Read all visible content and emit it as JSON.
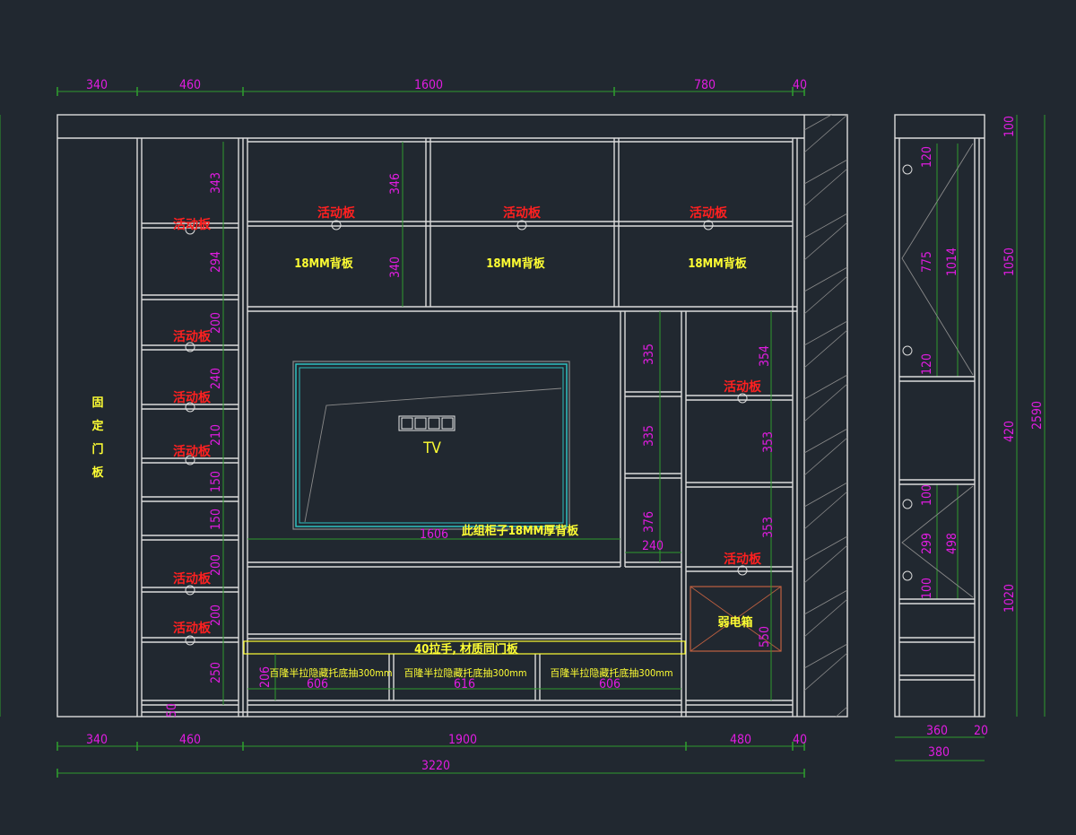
{
  "colors": {
    "background": "#212830",
    "lines": "#dcdcdc",
    "dimension_text": "#e01ce0",
    "label_red": "#ff2020",
    "label_yellow": "#ffff33",
    "dimension_lines": "#2e9a2e",
    "tv_frame": "#30c0c0"
  },
  "top_dims": [
    "340",
    "460",
    "1600",
    "780",
    "40"
  ],
  "bottom_dims": [
    "340",
    "460",
    "1900",
    "480",
    "40"
  ],
  "overall_width": "3220",
  "side_bottom_dims": [
    "360",
    "20",
    "380"
  ],
  "fixed_door_label": [
    "固",
    "定",
    "门",
    "板"
  ],
  "left_column_dims": [
    "343",
    "294",
    "200",
    "240",
    "210",
    "150",
    "150",
    "200",
    "200",
    "250",
    "50"
  ],
  "left_column_labels": [
    "活动板",
    "活动板",
    "活动板",
    "活动板",
    "活动板",
    "活动板"
  ],
  "upper_cabinets": {
    "active_labels": [
      "活动板",
      "活动板",
      "活动板"
    ],
    "back_labels": [
      "18MM背板",
      "18MM背板",
      "18MM背板"
    ],
    "dims": [
      "346",
      "340"
    ]
  },
  "tv": {
    "label": "TV",
    "width_dim": "1606",
    "back_note": "此组柜子18MM厚背板"
  },
  "middle_column_dims": [
    "335",
    "335",
    "376",
    "240"
  ],
  "right_column": {
    "dims": [
      "354",
      "353",
      "353",
      "550"
    ],
    "active_labels": [
      "活动板",
      "活动板"
    ],
    "box_label": "弱电箱"
  },
  "drawer_band": {
    "label": "40拉手, 材质同门板",
    "drawer_labels": [
      "百隆半拉隐藏托底抽300mm",
      "百隆半拉隐藏托底抽300mm",
      "百隆半拉隐藏托底抽300mm"
    ],
    "drawer_widths": [
      "606",
      "616",
      "606"
    ],
    "height_dim": "206"
  },
  "side_view": {
    "top_dims": [
      "120",
      "775",
      "1014",
      "120"
    ],
    "bottom_dims": [
      "100",
      "299",
      "498",
      "100"
    ],
    "right_dims": [
      "100",
      "1050",
      "420",
      "1020"
    ],
    "total_height": "2590"
  }
}
